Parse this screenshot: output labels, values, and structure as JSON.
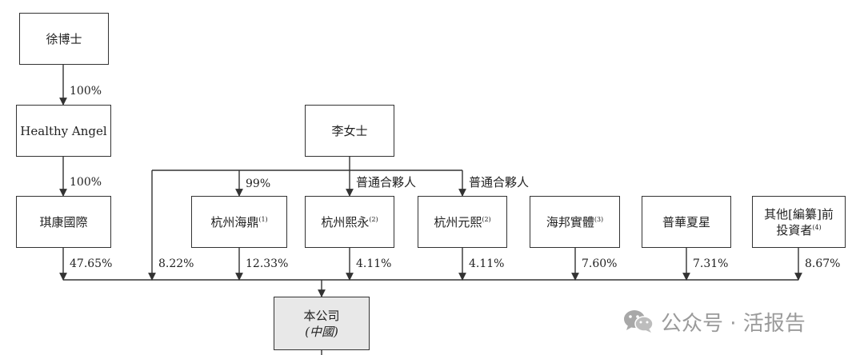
{
  "nodes": {
    "dr_xu": "徐博士",
    "healthy_angel": "Healthy Angel",
    "ms_li": "李女士",
    "qikang": "琪康國際",
    "haiding": {
      "name": "杭州海鼎",
      "note": "(1)"
    },
    "xiyong": {
      "name": "杭州熙永",
      "note": "(2)"
    },
    "yuanxi": {
      "name": "杭州元熙",
      "note": "(2)"
    },
    "haibang": {
      "name": "海邦實體",
      "note": "(3)"
    },
    "puhua": "普華夏星",
    "others": {
      "line1": "其他[編纂]前",
      "line2": "投資者",
      "note": "(4)"
    },
    "company": {
      "name": "本公司",
      "country": "(中國)"
    }
  },
  "edge_labels": {
    "xu_to_ha": "100%",
    "ha_to_qk": "100%",
    "li_to_hd": "99%",
    "li_gp_xy": "普通合夥人",
    "li_gp_yx": "普通合夥人"
  },
  "shareholdings": {
    "qikang": "47.65%",
    "ms_li": "8.22%",
    "haiding": "12.33%",
    "xiyong": "4.11%",
    "yuanxi": "4.11%",
    "haibang": "7.60%",
    "puhua": "7.31%",
    "others": "8.67%"
  },
  "watermark": {
    "icon": "wechat-icon",
    "text": "公众号 · 活报告"
  },
  "colors": {
    "line": "#333333",
    "company_fill": "#e8e8e8",
    "watermark": "#9a9a9a"
  }
}
